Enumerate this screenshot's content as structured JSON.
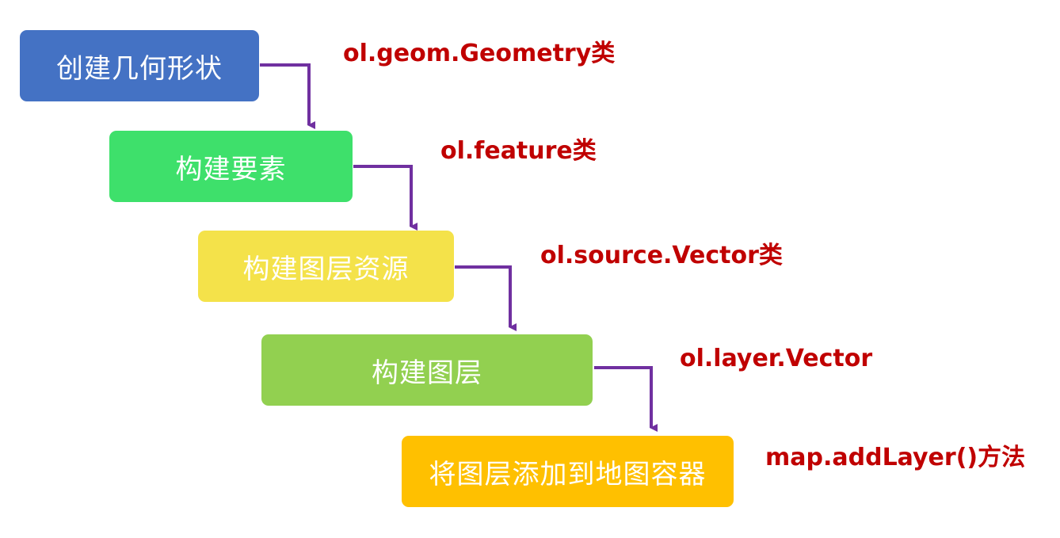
{
  "steps": [
    {
      "label": "创建几何形状",
      "api": "ol.geom.Geometry类",
      "color": "#4472c4"
    },
    {
      "label": "构建要素",
      "api": "ol.feature类",
      "color": "#3ee06b"
    },
    {
      "label": "构建图层资源",
      "api": "ol.source.Vector类",
      "color": "#f4e24a"
    },
    {
      "label": "构建图层",
      "api": "ol.layer.Vector",
      "color": "#92d050"
    },
    {
      "label": "将图层添加到地图容器",
      "api": "map.addLayer()方法",
      "color": "#ffc000"
    }
  ],
  "colors": {
    "connector": "#7030a0",
    "api_text": "#c00000"
  }
}
